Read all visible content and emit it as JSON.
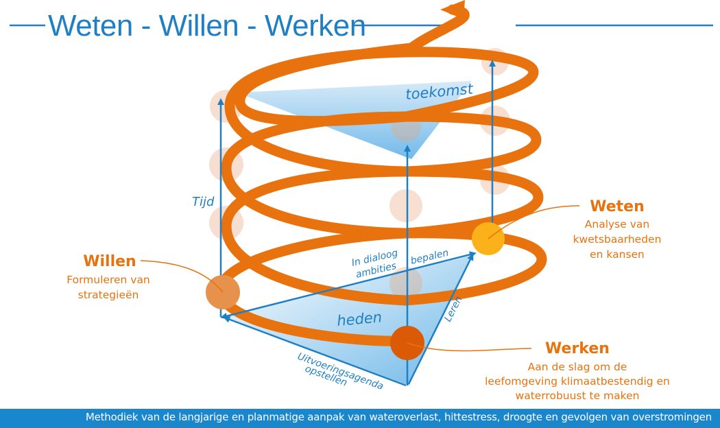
{
  "title": "Weten - Willen - Werken",
  "labels": {
    "toekomst": "toekomst",
    "heden": "heden",
    "tijd": "Tijd",
    "dialoog_1": "In dialoog",
    "dialoog_2": "ambities",
    "dialoog_3": "bepalen",
    "leren": "Leren",
    "uitvoering_1": "Uitvoeringsagenda",
    "uitvoering_2": "opstellen"
  },
  "stages": {
    "weten": {
      "head": "Weten",
      "lines": [
        "Analyse van",
        "kwetsbaarheden",
        "en kansen"
      ]
    },
    "willen": {
      "head": "Willen",
      "lines": [
        "Formuleren van",
        "strategieën"
      ]
    },
    "werken": {
      "head": "Werken",
      "lines": [
        "Aan de slag om de",
        "leefomgeving klimaatbestendig en",
        "waterrobuust te maken"
      ]
    }
  },
  "footer": "Methodiek van de langjarige en planmatige aanpak van wateroverlast, hittestress, droogte en gevolgen van overstromingen",
  "colors": {
    "spiral": "#e8720e",
    "blue": "#1f7fc4",
    "weten_node": "#fbb21a",
    "willen_node": "#e6914c",
    "werken_node": "#db5a05",
    "footer_bg": "#1a86cc"
  }
}
